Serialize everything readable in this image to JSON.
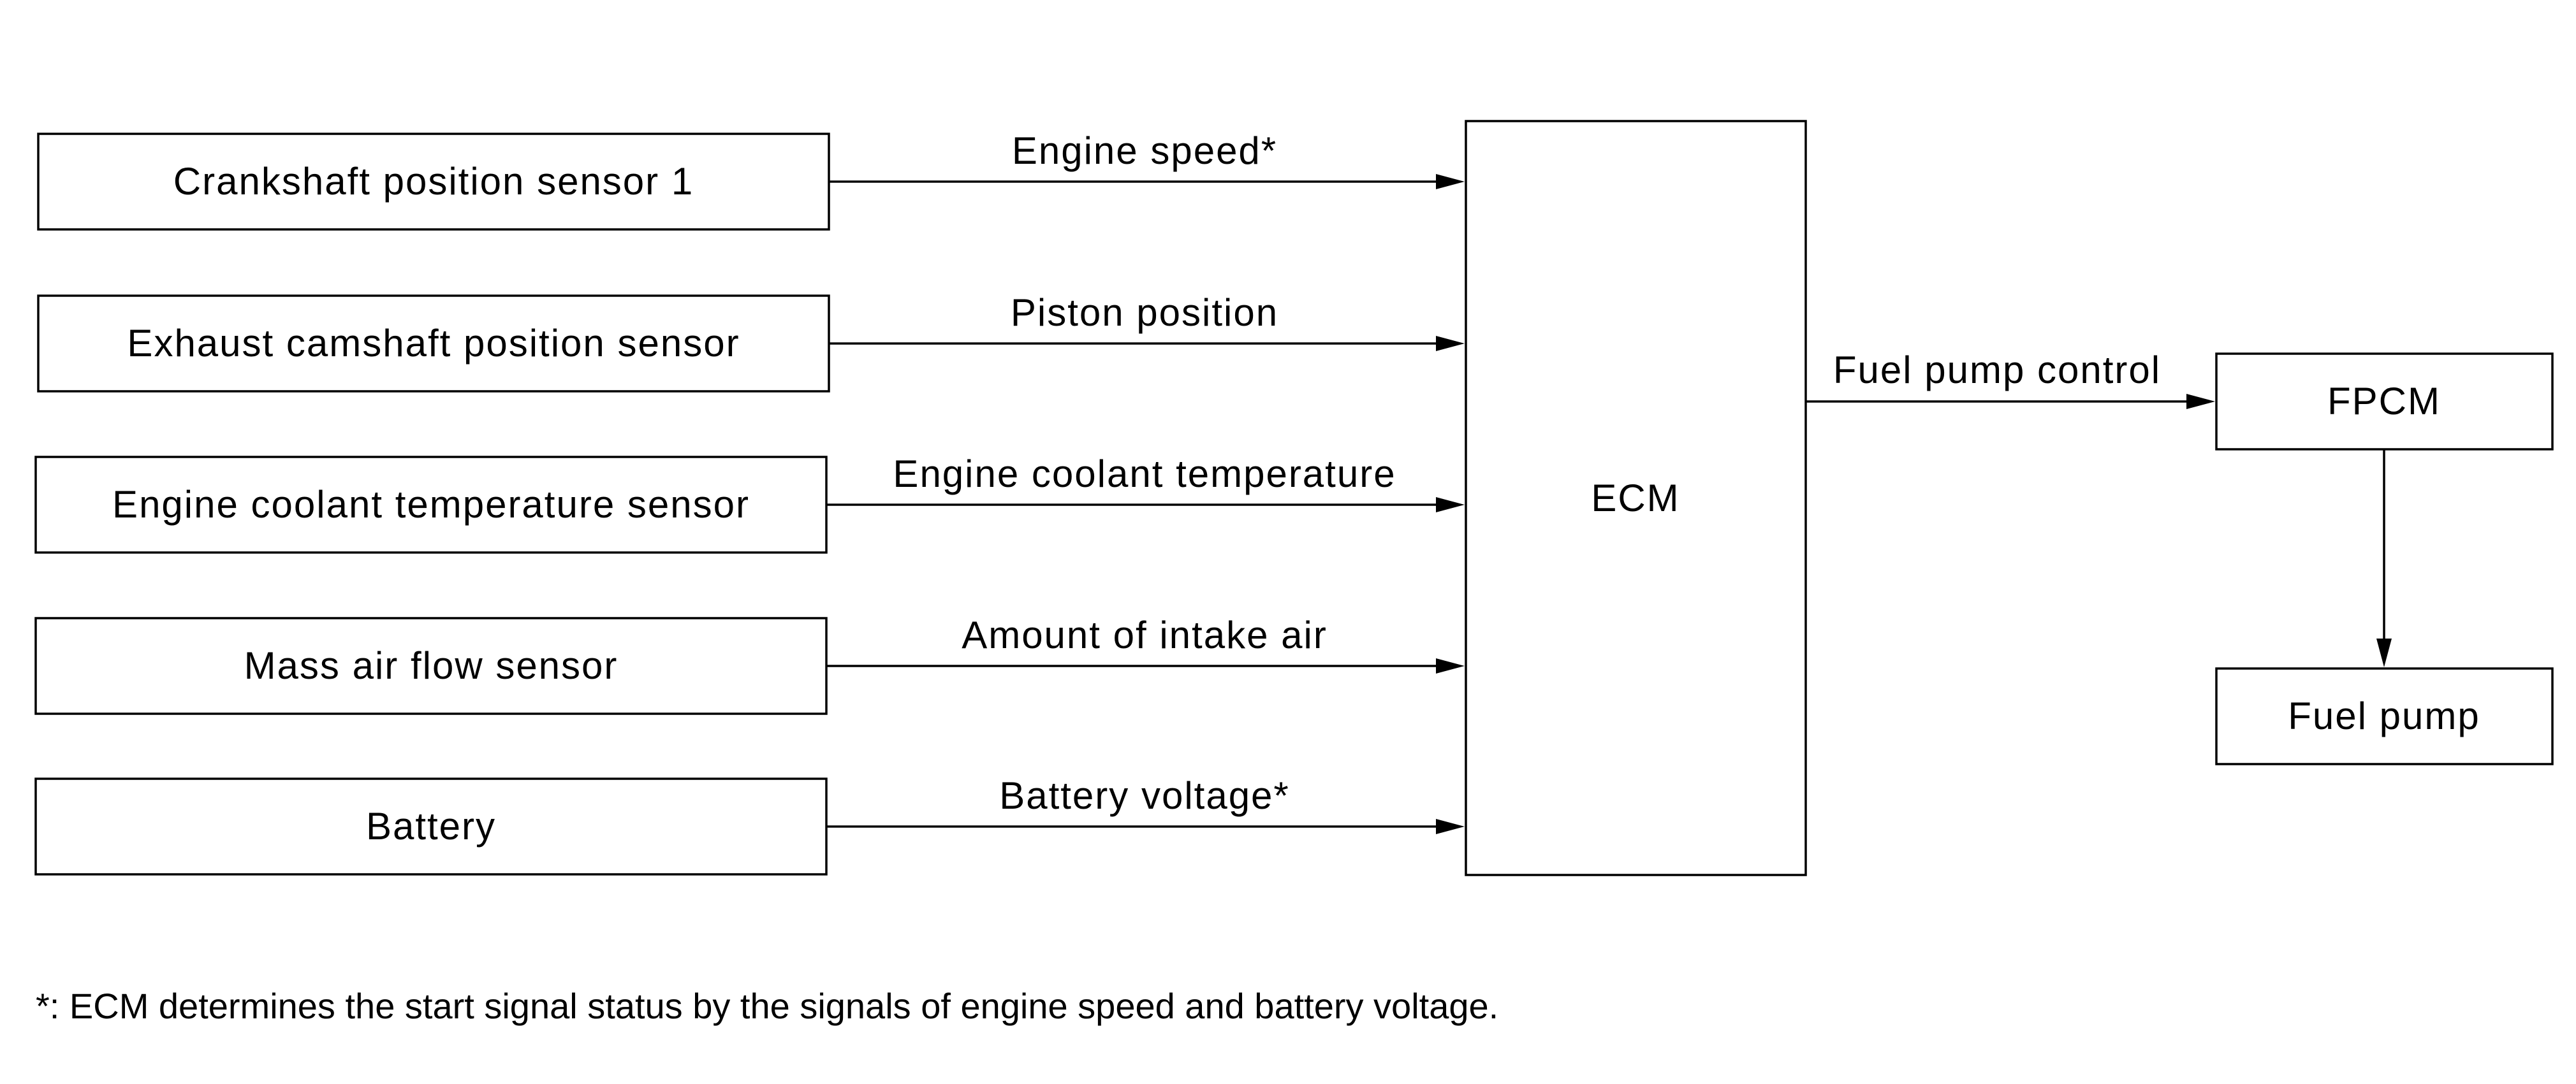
{
  "diagram": {
    "inputs": [
      {
        "label": "Crankshaft position sensor 1",
        "signal": "Engine speed*"
      },
      {
        "label": "Exhaust camshaft position sensor",
        "signal": "Piston position"
      },
      {
        "label": "Engine coolant temperature sensor",
        "signal": "Engine coolant temperature"
      },
      {
        "label": "Mass air flow sensor",
        "signal": "Amount of intake air"
      },
      {
        "label": "Battery",
        "signal": "Battery voltage*"
      }
    ],
    "controller": {
      "label": "ECM"
    },
    "output_signal": {
      "label": "Fuel pump control"
    },
    "fpcm": {
      "label": "FPCM"
    },
    "fuel_pump": {
      "label": "Fuel pump"
    },
    "footnote": "*: ECM determines the start signal status by the signals of engine speed and battery voltage."
  }
}
